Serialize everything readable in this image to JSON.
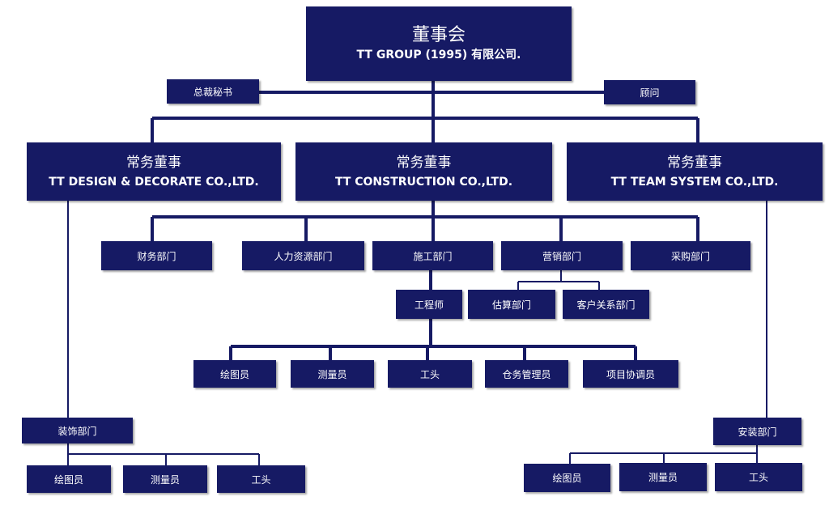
{
  "board": {
    "title": "董事会",
    "subtitle": "TT GROUP (1995) 有限公司."
  },
  "secretary": "总裁秘书",
  "advisor": "顾问",
  "directors": [
    {
      "title": "常务董事",
      "company": "TT DESIGN & DECORATE CO.,LTD."
    },
    {
      "title": "常务董事",
      "company": "TT CONSTRUCTION CO.,LTD."
    },
    {
      "title": "常务董事",
      "company": "TT TEAM SYSTEM CO.,LTD."
    }
  ],
  "departments": [
    "财务部门",
    "人力资源部门",
    "施工部门",
    "营销部门",
    "采购部门"
  ],
  "engineer": "工程师",
  "marketing_sub": [
    "估算部门",
    "客户关系部门"
  ],
  "construction_staff": [
    "绘图员",
    "测量员",
    "工头",
    "仓务管理员",
    "项目协调员"
  ],
  "design_dept": "装饰部门",
  "design_staff": [
    "绘图员",
    "测量员",
    "工头"
  ],
  "team_dept": "安装部门",
  "team_staff": [
    "绘图员",
    "测量员",
    "工头"
  ],
  "colors": {
    "box": "#161a64",
    "line": "#161a64",
    "text": "#ffffff"
  }
}
